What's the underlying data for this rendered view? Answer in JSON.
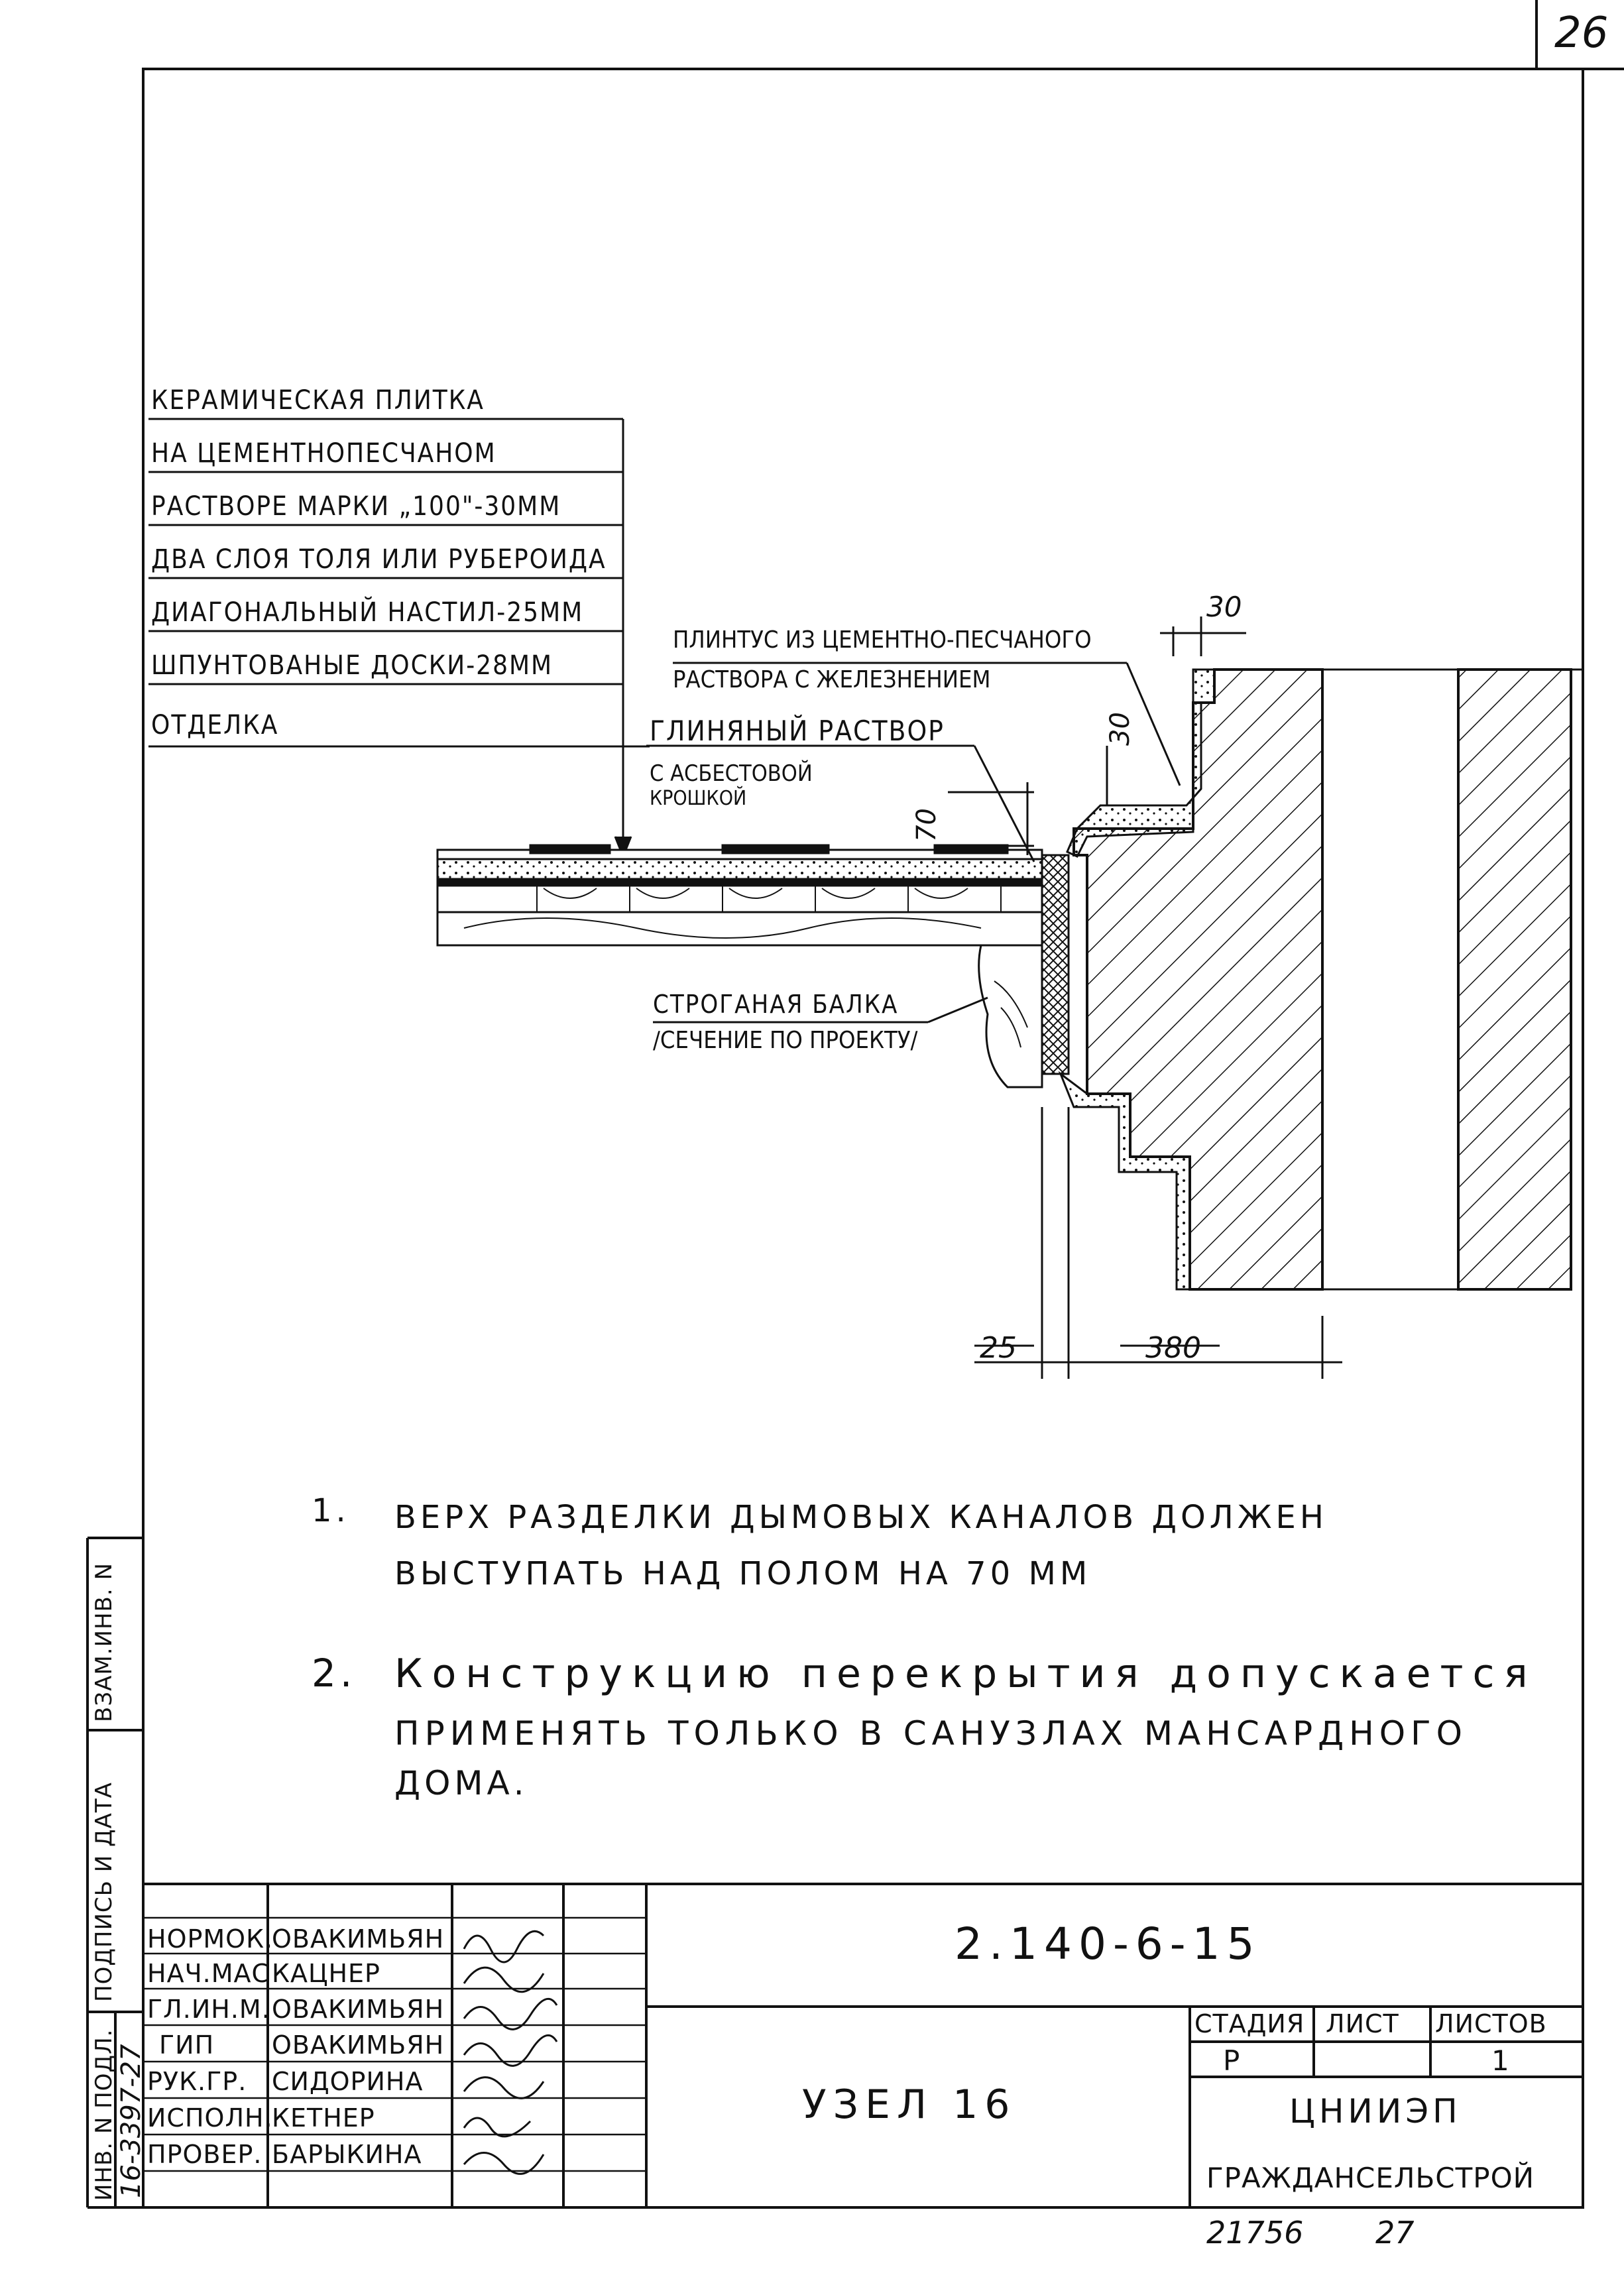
{
  "sheet_corner": "26",
  "layer_labels": [
    "КЕРАМИЧЕСКАЯ ПЛИТКА",
    "НА ЦЕМЕНТНОПЕСЧАНОМ",
    "РАСТВОРЕ МАРКИ „100\"-30ММ",
    "ДВА СЛОЯ ТОЛЯ ИЛИ РУБЕРОИДА",
    "ДИАГОНАЛЬНЫЙ НАСТИЛ-25ММ",
    "ШПУНТОВАНЫЕ ДОСКИ-28ММ",
    "ОТДЕЛКА"
  ],
  "callouts": {
    "plinth_1": "ПЛИНТУС ИЗ ЦЕМЕНТНО-ПЕСЧАНОГО",
    "plinth_2": "РАСТВОРА С ЖЕЛЕЗНЕНИЕМ",
    "clay_1": "ГЛИНЯНЫЙ РАСТВОР",
    "clay_2": "С АСБЕСТОВОЙ",
    "clay_3": "КРОШКОЙ",
    "beam_1": "СТРОГАНАЯ БАЛКА",
    "beam_2": "/СЕЧЕНИЕ ПО ПРОЕКТУ/"
  },
  "dimensions": {
    "d30_top": "30",
    "d30_side": "30",
    "d70": "70",
    "d25": "25",
    "d380": "380"
  },
  "notes": {
    "n1_num": "1.",
    "n1_line1": "ВЕРХ РАЗДЕЛКИ ДЫМОВЫХ КАНАЛОВ ДОЛЖЕН",
    "n1_line2": "ВЫСТУПАТЬ НАД ПОЛОМ НА 70 ММ",
    "n2_num": "2.",
    "n2_line1": "Конструкцию перекрытия допускается",
    "n2_line2": "ПРИМЕНЯТЬ ТОЛЬКО В САНУЗЛАХ МАНСАРДНОГО",
    "n2_line3": "ДОМА."
  },
  "side_stamp": {
    "inv_podl": "ИНВ. N ПОДЛ.",
    "podpis": "ПОДПИСЬ И ДАТА",
    "vzam": "ВЗАМ.ИНВ. N",
    "inv_number": "16-3397-27"
  },
  "title_block": {
    "doc_code": "2.140-6-15",
    "title": "УЗЕЛ 16",
    "stage_h": "СТАДИЯ",
    "sheet_h": "ЛИСТ",
    "sheets_h": "ЛИСТОВ",
    "stage": "Р",
    "sheet": "",
    "sheets": "1",
    "org_1": "ЦНИИЭП",
    "org_2": "ГРАЖДАНСЕЛЬСТРОЙ",
    "roles": [
      {
        "role": "НОРМОК.",
        "name": "ОВАКИМЬЯН"
      },
      {
        "role": "НАЧ.МАС",
        "name": "КАЦНЕР"
      },
      {
        "role": "ГЛ.ИН.М.",
        "name": "ОВАКИМЬЯН"
      },
      {
        "role": "ГИП",
        "name": "ОВАКИМЬЯН"
      },
      {
        "role": "РУК.ГР.",
        "name": "СИДОРИНА"
      },
      {
        "role": "ИСПОЛН.",
        "name": "КЕТНЕР"
      },
      {
        "role": "ПРОВЕР.",
        "name": "БАРЫКИНА"
      }
    ]
  },
  "bottom_numbers": {
    "archive": "21756",
    "page": "27"
  }
}
